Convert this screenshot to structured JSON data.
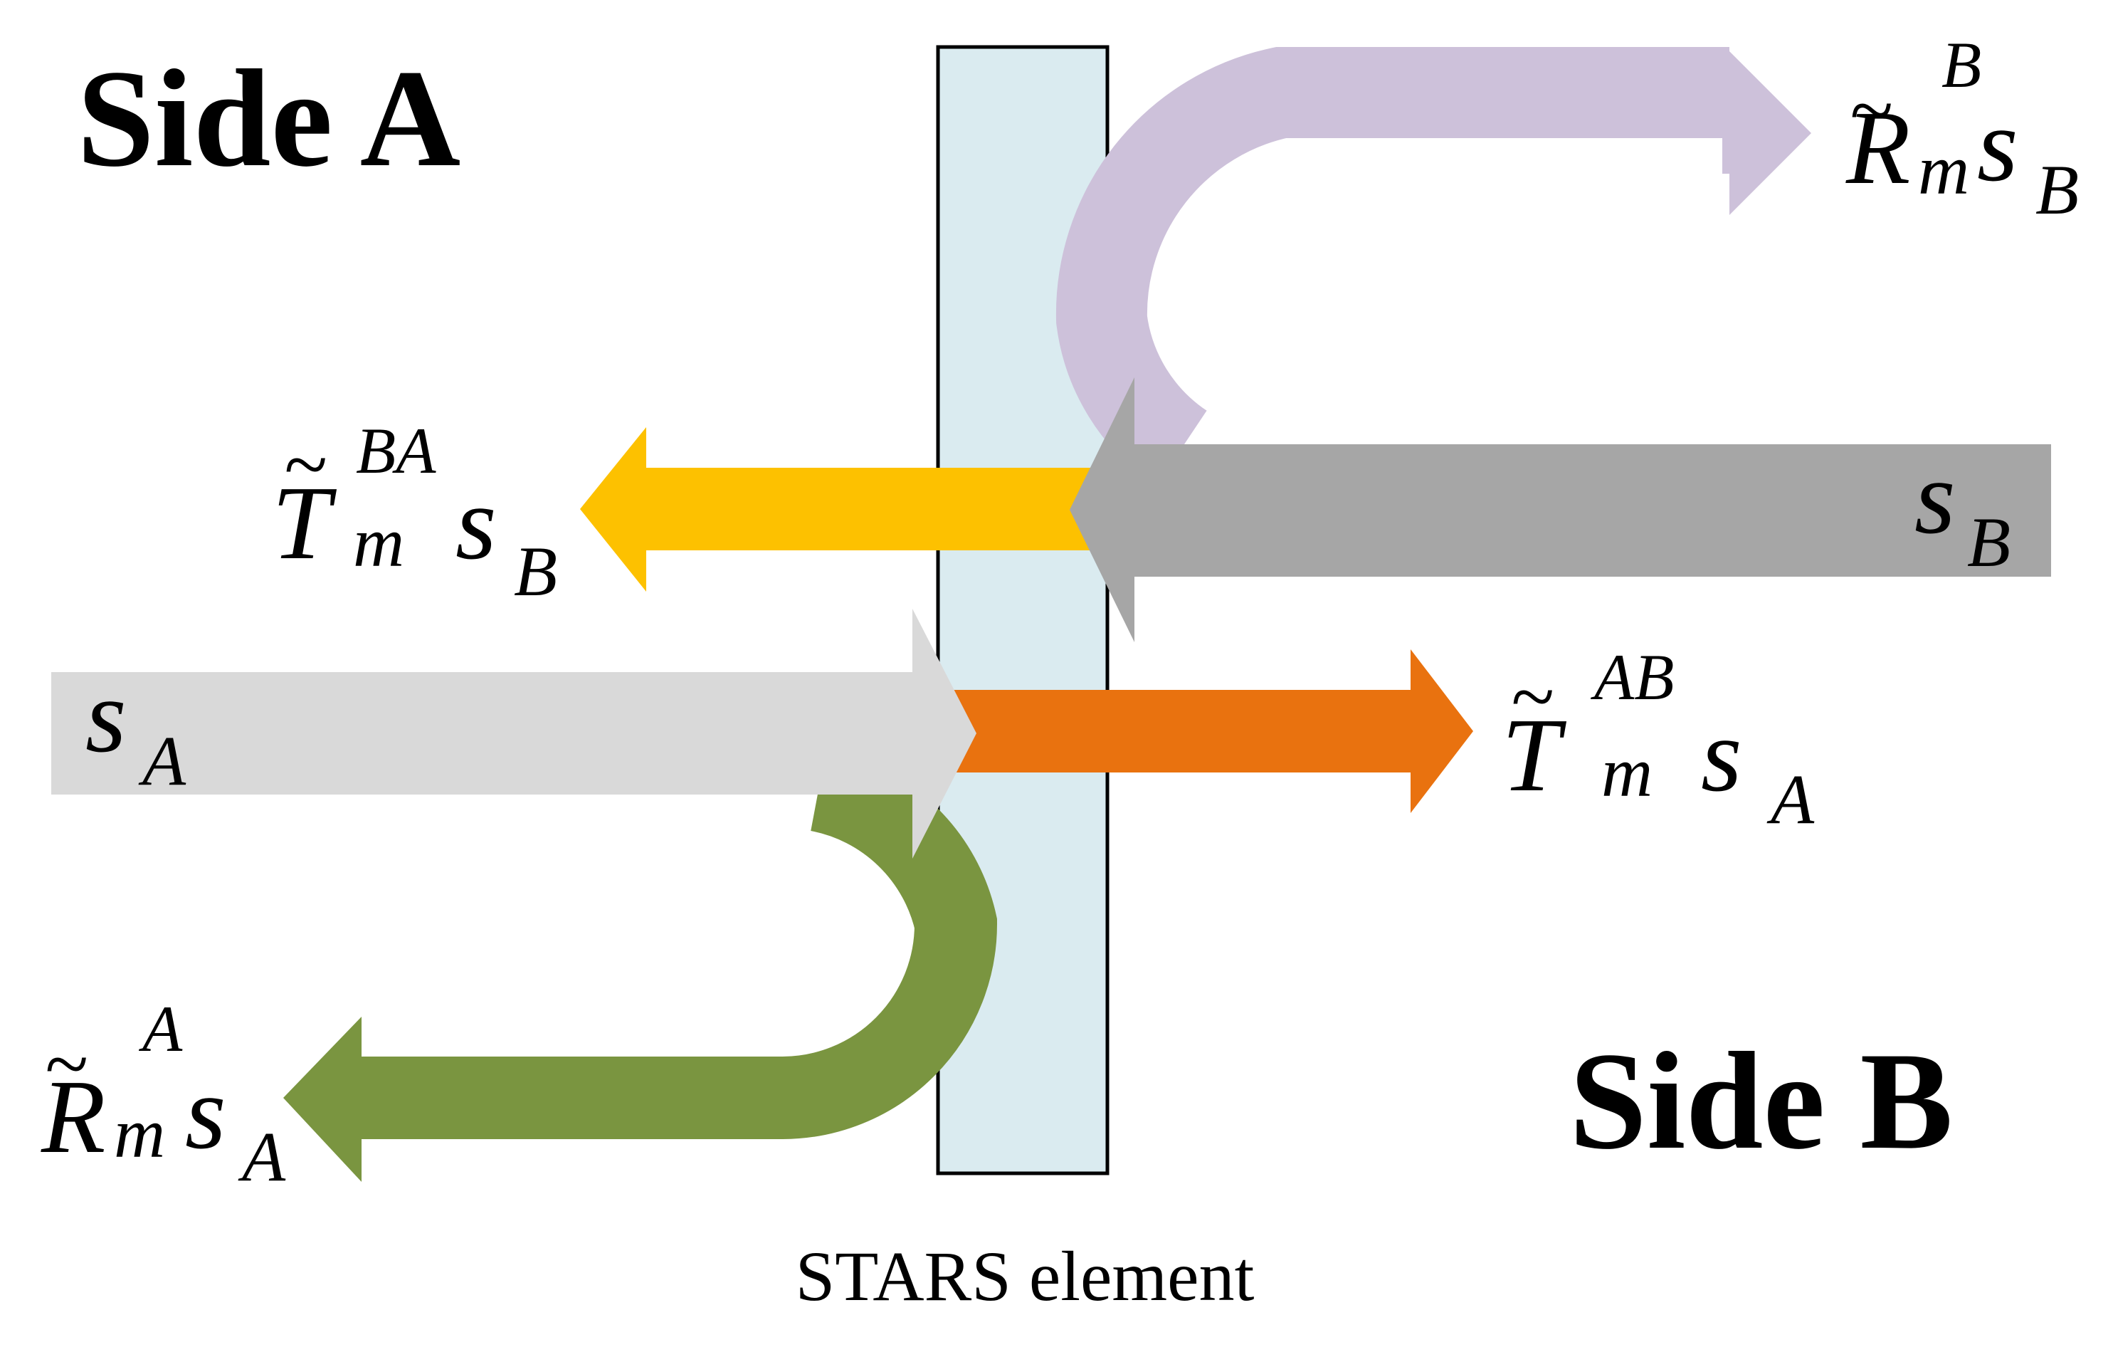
{
  "labels": {
    "side_a": "Side A",
    "side_b": "Side B",
    "element": "STARS element"
  },
  "formulas": {
    "reflect_b": {
      "tilde": "~",
      "main": "R",
      "sup": "B",
      "sub1": "m",
      "s": "s",
      "sub2": "B"
    },
    "transmit_ba": {
      "tilde": "~",
      "main": "T",
      "sup": "BA",
      "sub1": "m",
      "s": "s",
      "sub2": "B"
    },
    "input_b": {
      "s": "s",
      "sub": "B"
    },
    "input_a": {
      "s": "s",
      "sub": "A"
    },
    "transmit_ab": {
      "tilde": "~",
      "main": "T",
      "sup": "AB",
      "sub1": "m",
      "s": "s",
      "sub2": "A"
    },
    "reflect_a": {
      "tilde": "~",
      "main": "R",
      "sup": "A",
      "sub1": "m",
      "s": "s",
      "sub2": "A"
    }
  },
  "colors": {
    "element_fill": "#daebf0",
    "reflect_b": "#cdc1da",
    "transmit_ba": "#fdc100",
    "input_b": "#a6a6a6",
    "input_a": "#d9d9d9",
    "transmit_ab": "#e9720f",
    "reflect_a": "#7a9540"
  }
}
